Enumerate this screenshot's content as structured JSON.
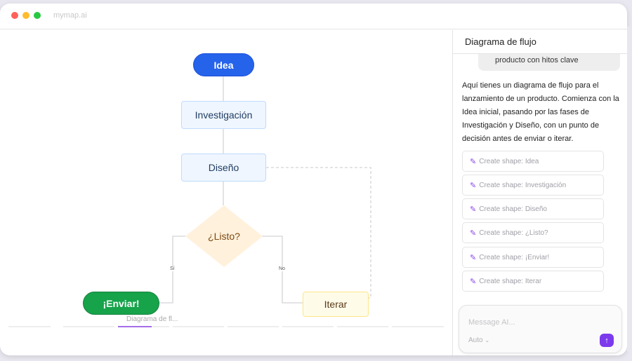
{
  "window": {
    "site": "mymap.ai",
    "dots": [
      "#ff6159",
      "#ffbd2e",
      "#28c941"
    ]
  },
  "diagram": {
    "nodes": {
      "idea": {
        "label": "Idea",
        "fill": "#2563eb"
      },
      "investigacion": {
        "label": "Investigación"
      },
      "diseno": {
        "label": "Diseño"
      },
      "listo": {
        "label": "¿Listo?"
      },
      "enviar": {
        "label": "¡Enviar!",
        "fill": "#16a34a"
      },
      "iterar": {
        "label": "Iterar"
      }
    },
    "edges": {
      "yes": "Sí",
      "no": "No"
    }
  },
  "tabs": {
    "active": "Diagrama de fl..."
  },
  "panel": {
    "title": "Diagrama de flujo",
    "user_message": "producto con hitos clave",
    "ai_message": "Aquí tienes un diagrama de flujo para el lanzamiento de un producto. Comienza con la Idea inicial, pasando por las fases de Investigación y Diseño, con un punto de decisión antes de enviar o iterar.",
    "actions": [
      "Create shape: Idea",
      "Create shape: Investigación",
      "Create shape: Diseño",
      "Create shape: ¿Listo?",
      "Create shape: ¡Enviar!",
      "Create shape: Iterar"
    ],
    "input": {
      "placeholder": "Message AI...",
      "mode": "Auto"
    },
    "accent": "#7c3aed"
  }
}
